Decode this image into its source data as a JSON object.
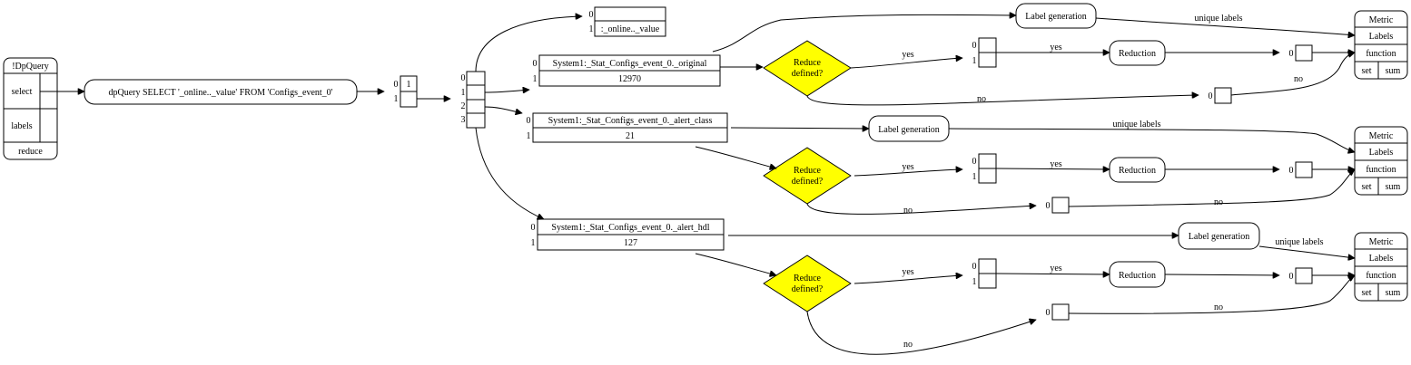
{
  "dpquery": {
    "title": "!DpQuery",
    "rows": [
      "select",
      "labels",
      "reduce"
    ]
  },
  "query": {
    "text": "dpQuery SELECT '_online.._value' FROM 'Configs_event_0'"
  },
  "result_array": {
    "indices": [
      "0",
      "1"
    ],
    "value": "1"
  },
  "split_array": {
    "indices": [
      "0",
      "1",
      "2",
      "3"
    ]
  },
  "header_row": {
    "indices": [
      "0",
      "1"
    ],
    "col1": ":_online.._value"
  },
  "records": [
    {
      "indices": [
        "0",
        "1"
      ],
      "name": "System1:_Stat_Configs_event_0._original",
      "value": "12970"
    },
    {
      "indices": [
        "0",
        "1"
      ],
      "name": "System1:_Stat_Configs_event_0._alert_class",
      "value": "21"
    },
    {
      "indices": [
        "0",
        "1"
      ],
      "name": "System1:_Stat_Configs_event_0._alert_hdl",
      "value": "127"
    }
  ],
  "branches": [
    {
      "label_generation": "Label generation",
      "unique_labels": "unique labels",
      "decision": [
        "Reduce",
        "defined?"
      ],
      "yes": "yes",
      "yes2": "yes",
      "no": "no",
      "no2": "no",
      "pair_indices": [
        "0",
        "1"
      ],
      "reduction": "Reduction",
      "out_index": "0",
      "no_index": "0",
      "metric": {
        "title": "Metric",
        "labels": "Labels",
        "function": "function",
        "set": "set",
        "sum": "sum"
      }
    },
    {
      "label_generation": "Label generation",
      "unique_labels": "unique labels",
      "decision": [
        "Reduce",
        "defined?"
      ],
      "yes": "yes",
      "yes2": "yes",
      "no": "no",
      "no2": "no",
      "pair_indices": [
        "0",
        "1"
      ],
      "reduction": "Reduction",
      "out_index": "0",
      "no_index": "0",
      "metric": {
        "title": "Metric",
        "labels": "Labels",
        "function": "function",
        "set": "set",
        "sum": "sum"
      }
    },
    {
      "label_generation": "Label generation",
      "unique_labels": "unique labels",
      "decision": [
        "Reduce",
        "defined?"
      ],
      "yes": "yes",
      "yes2": "yes",
      "no": "no",
      "no2": "no",
      "pair_indices": [
        "0",
        "1"
      ],
      "reduction": "Reduction",
      "out_index": "0",
      "no_index": "0",
      "metric": {
        "title": "Metric",
        "labels": "Labels",
        "function": "function",
        "set": "set",
        "sum": "sum"
      }
    }
  ]
}
